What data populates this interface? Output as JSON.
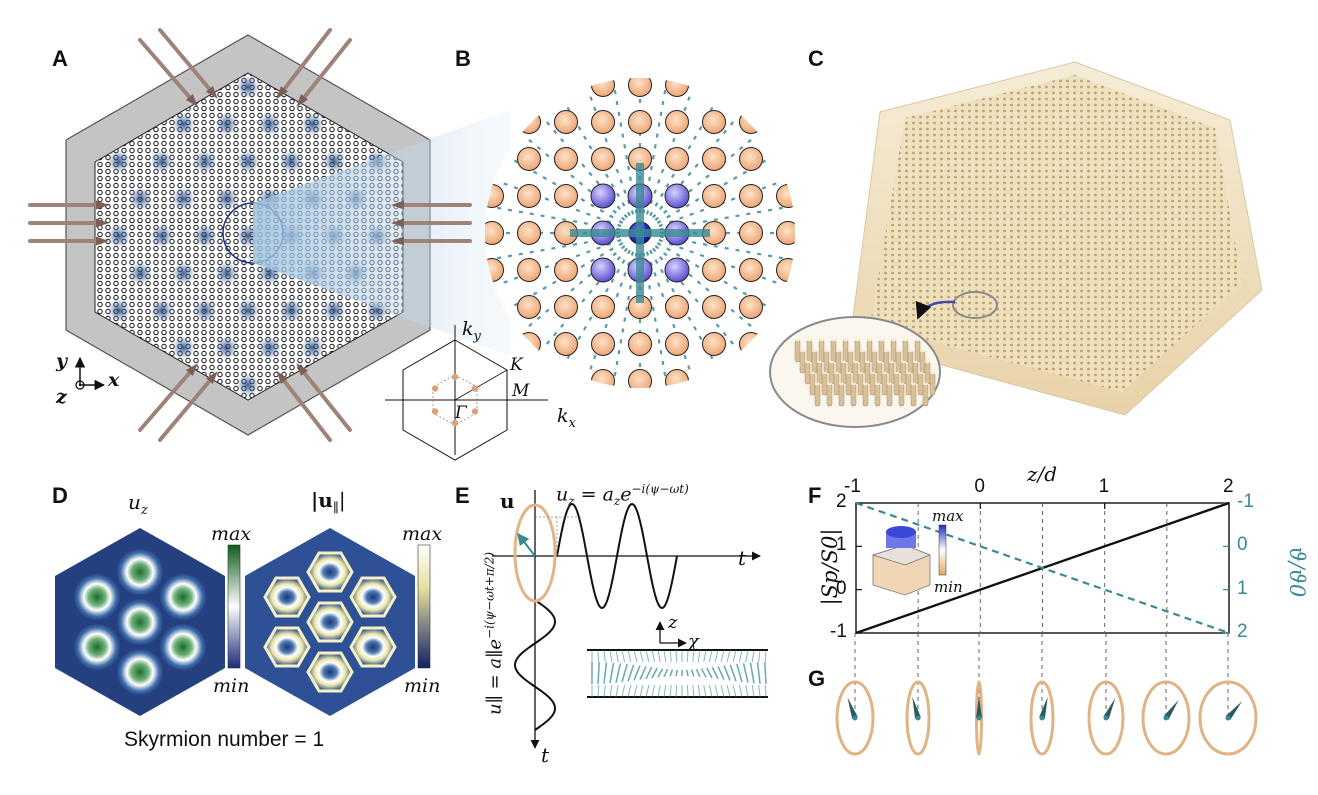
{
  "panels": {
    "a": "A",
    "b": "B",
    "c": "C",
    "d": "D",
    "e": "E",
    "f": "F",
    "g": "G"
  },
  "panel_a": {
    "axis_y": "y",
    "axis_x": "x",
    "axis_z": "z"
  },
  "panel_a_inset": {
    "kx": "k",
    "kx_sub": "x",
    "ky": "k",
    "ky_sub": "y",
    "K": "K",
    "M": "M",
    "Gamma": "Γ"
  },
  "panel_d": {
    "uz_label": "u",
    "uz_sub": "z",
    "upar_label": "|u",
    "upar_sub": "∥",
    "upar_close": "|",
    "max1": "max",
    "min1": "min",
    "max2": "max",
    "min2": "min",
    "caption": "Skyrmion number = 1"
  },
  "panel_e": {
    "u_label": "u",
    "uz_eq": "u",
    "uz_eq_sub": "z",
    "uz_eq_rhs": " = a",
    "uz_eq_rhs_sub": "z",
    "uz_eq_exp_base": "e",
    "uz_eq_exp": "−i(ψ−ωt)",
    "t_label1": "t",
    "t_label2": "t",
    "upar_eq": "u∥ = a∥e",
    "upar_eq_exp": "−i(ψ−ωt+π/2)",
    "z_axis": "z",
    "chi_axis": "χ"
  },
  "panel_f": {
    "top_axis_label": "z/d",
    "top_ticks": [
      "-1",
      "0",
      "1",
      "2"
    ],
    "left_ticks": [
      "2",
      "1",
      "0",
      "-1"
    ],
    "right_ticks": [
      "-1",
      "0",
      "1",
      "2"
    ],
    "left_label": "|Sp/S0|",
    "right_label": "ϑ/ϑ0",
    "max": "max",
    "min": "min"
  },
  "chart_data": {
    "type": "line",
    "xlabel": "z/d",
    "xlim": [
      -1,
      2
    ],
    "ylim_left": [
      -1,
      2
    ],
    "ylim_right": [
      2,
      -1
    ],
    "series": [
      {
        "axis": "left",
        "style": "solid",
        "color": "#111111",
        "x": [
          -1,
          2
        ],
        "y": [
          -1,
          2
        ]
      },
      {
        "axis": "right",
        "style": "dashed",
        "color": "#3a8a93",
        "x": [
          -1,
          2
        ],
        "y": [
          -1,
          2
        ]
      }
    ],
    "vertical_gridlines": [
      -0.5,
      0,
      0.5,
      1,
      1.5
    ]
  },
  "colors": {
    "frame_gray": "#bfbfbf",
    "teal": "#3a8a93",
    "peach": "#f1b98a",
    "blue_ball": "#6a5fd6",
    "navy": "#1c2a6e",
    "green": "#2f7a3a",
    "cream": "#f3ead2"
  },
  "panel_g": {
    "ellipse_count": 7
  }
}
